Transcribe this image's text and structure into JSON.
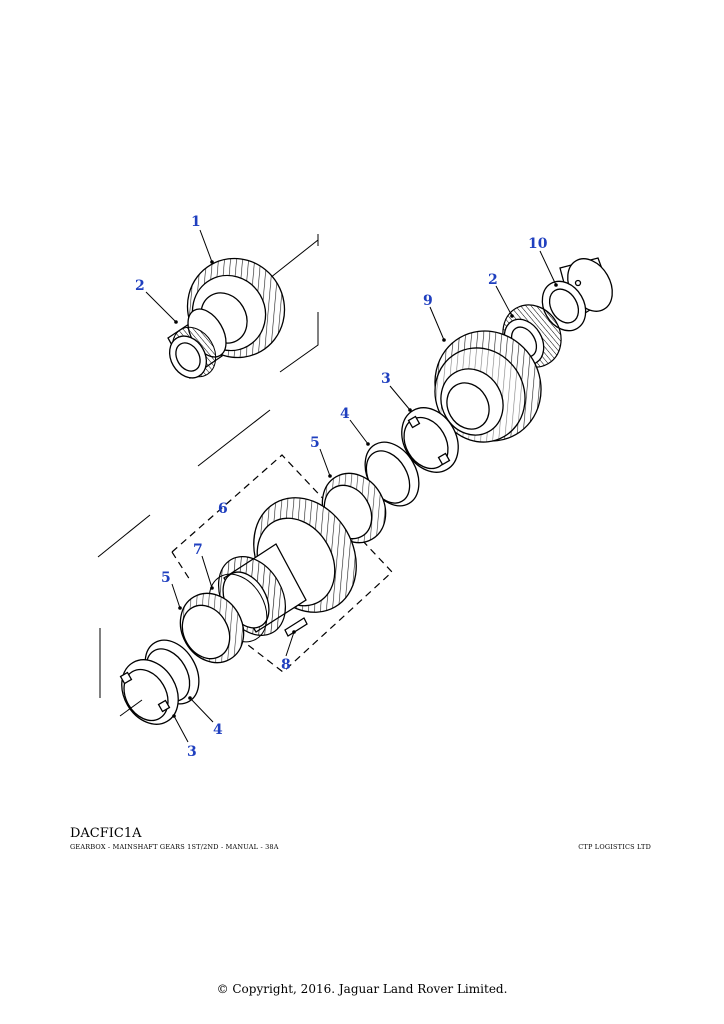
{
  "diagram": {
    "callouts": {
      "c1": "1",
      "c2a": "2",
      "c2b": "2",
      "c3a": "3",
      "c3b": "3",
      "c4a": "4",
      "c4b": "4",
      "c5a": "5",
      "c5b": "5",
      "c6": "6",
      "c7": "7",
      "c8": "8",
      "c9": "9",
      "c10": "10"
    },
    "callout_color": "#1f3fbf"
  },
  "footer": {
    "drawing_code": "DACFIC1A",
    "drawing_title": "GEARBOX - MAINSHAFT GEARS 1ST/2ND - MANUAL - 38A",
    "publisher": "CTP LOGISTICS LTD",
    "copyright": "© Copyright, 2016. Jaguar Land Rover Limited."
  }
}
